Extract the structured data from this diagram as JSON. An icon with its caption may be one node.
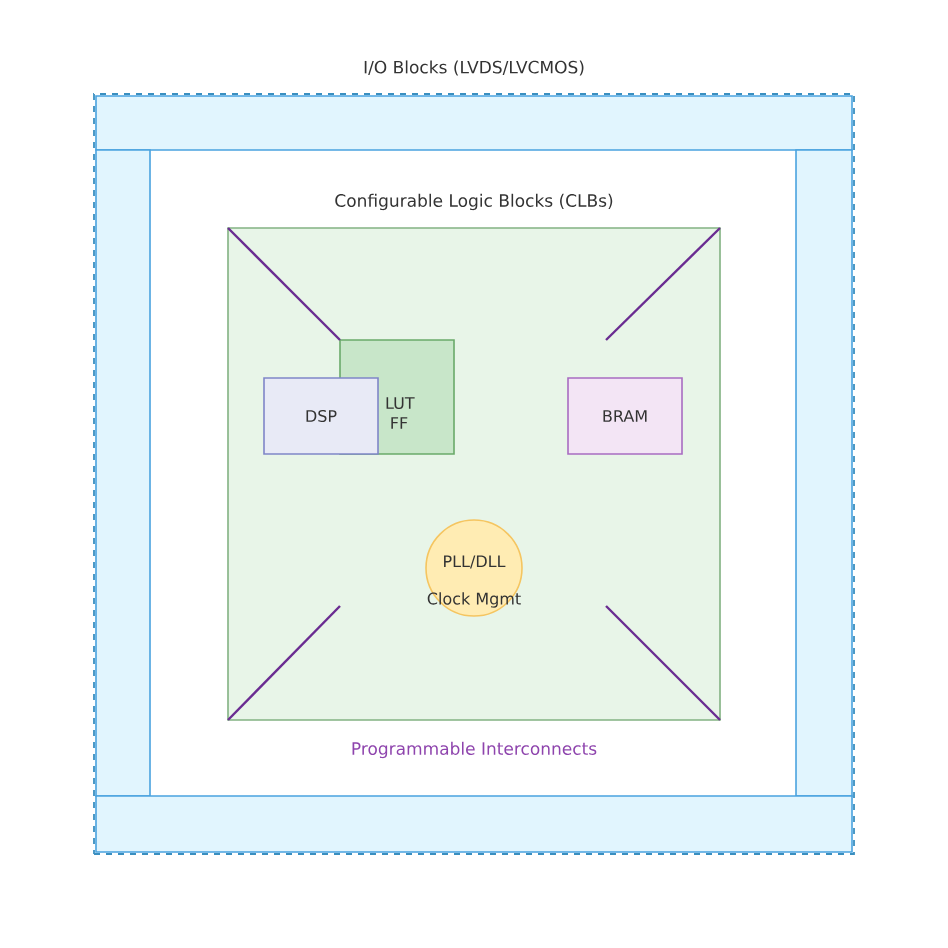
{
  "diagram": {
    "nodes": [
      {
        "text": [
          "I/O Blocks (LVDS/LVCMOS)"
        ]
      },
      {
        "text": [],
        "shape": "bar",
        "in": 0
      },
      {
        "text": [],
        "shape": "bar",
        "in": 0
      },
      {
        "text": [],
        "shape": "bar",
        "in": 0
      },
      {
        "text": [],
        "shape": "bar",
        "in": 0
      },
      {
        "text": [
          "Configurable Logic Blocks (CLBs)"
        ],
        "in": 0
      },
      {
        "text": [
          "LUT FF"
        ],
        "in": 5
      },
      {
        "text": [
          "DSP"
        ],
        "in": 5
      },
      {
        "text": [
          "BRAM"
        ],
        "in": 5
      },
      {
        "text": [
          "PLL/DLL",
          "Clock Mgmt"
        ],
        "in": 5
      }
    ],
    "labels": [
      "Programmable Interconnects"
    ]
  }
}
